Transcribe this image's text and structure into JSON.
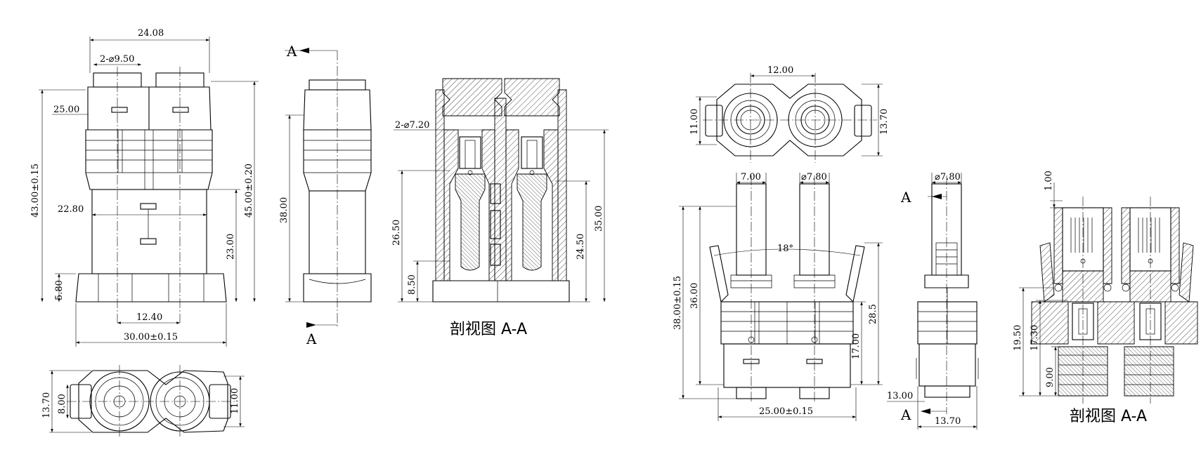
{
  "views": {
    "front_left": {
      "dims": {
        "width_top": "24.08",
        "holes": "2-⌀9.50",
        "left_small": "25.00",
        "total_height": "43.00±0.15",
        "body_height": "45.00±0.20",
        "inner_width": "22.80",
        "lower_height": "23.00",
        "base_height": "5.80",
        "pitch": "12.40",
        "base_width": "30.00±0.15"
      }
    },
    "side_left": {
      "dims": {
        "height": "38.00"
      },
      "section_mark_top": "A",
      "section_mark_bottom": "A"
    },
    "section_left": {
      "dims": {
        "holes": "2-⌀7.20",
        "h1": "26.50",
        "h2": "8.50",
        "h3": "24.50",
        "h4": "35.00"
      },
      "caption": "剖视图 A-A"
    },
    "bottom_left": {
      "dims": {
        "h1": "13.70",
        "h2": "8.00",
        "h3": "11.00"
      }
    },
    "top_right": {
      "dims": {
        "pitch": "12.00",
        "h1": "11.00",
        "h2": "13.70"
      }
    },
    "front_right": {
      "dims": {
        "pin_width": "7.00",
        "pin_dia": "⌀7.80",
        "angle": "18°",
        "total_height": "38.00±0.15",
        "h2": "36.00",
        "h3": "28.5",
        "h4": "17.00",
        "base_width": "25.00±0.15"
      }
    },
    "side_right": {
      "dims": {
        "pin_dia": "⌀7.80",
        "h1": "13.00",
        "width": "13.70"
      },
      "section_mark_top": "A",
      "section_mark_bottom": "A"
    },
    "section_right": {
      "dims": {
        "h1": "1.00",
        "h2": "19.50",
        "h3": "17.30",
        "h4": "9.00"
      },
      "caption": "剖视图 A-A"
    }
  }
}
